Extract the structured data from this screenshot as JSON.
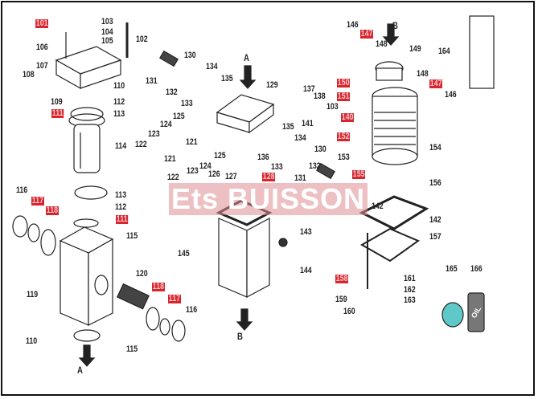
{
  "diagram": {
    "labels": [
      {
        "t": "101",
        "red": true
      },
      {
        "t": "103"
      },
      {
        "t": "104"
      },
      {
        "t": "105"
      },
      {
        "t": "102"
      },
      {
        "t": "106"
      },
      {
        "t": "107"
      },
      {
        "t": "108"
      },
      {
        "t": "109"
      },
      {
        "t": "110"
      },
      {
        "t": "111",
        "red": true
      },
      {
        "t": "112"
      },
      {
        "t": "113"
      },
      {
        "t": "114"
      },
      {
        "t": "113"
      },
      {
        "t": "112"
      },
      {
        "t": "111",
        "red": true
      },
      {
        "t": "115"
      },
      {
        "t": "116"
      },
      {
        "t": "117",
        "red": true
      },
      {
        "t": "118",
        "red": true
      },
      {
        "t": "119"
      },
      {
        "t": "120"
      },
      {
        "t": "118",
        "red": true
      },
      {
        "t": "117",
        "red": true
      },
      {
        "t": "116"
      },
      {
        "t": "110"
      },
      {
        "t": "115"
      },
      {
        "t": "A"
      },
      {
        "t": "130"
      },
      {
        "t": "134"
      },
      {
        "t": "135"
      },
      {
        "t": "131"
      },
      {
        "t": "132"
      },
      {
        "t": "133"
      },
      {
        "t": "129"
      },
      {
        "t": "A"
      },
      {
        "t": "125"
      },
      {
        "t": "124"
      },
      {
        "t": "123"
      },
      {
        "t": "122"
      },
      {
        "t": "121"
      },
      {
        "t": "121"
      },
      {
        "t": "125"
      },
      {
        "t": "124"
      },
      {
        "t": "123"
      },
      {
        "t": "122"
      },
      {
        "t": "126"
      },
      {
        "t": "127"
      },
      {
        "t": "128",
        "red": true
      },
      {
        "t": "137"
      },
      {
        "t": "138"
      },
      {
        "t": "103"
      },
      {
        "t": "141"
      },
      {
        "t": "140",
        "red": true
      },
      {
        "t": "135"
      },
      {
        "t": "134"
      },
      {
        "t": "136"
      },
      {
        "t": "133"
      },
      {
        "t": "130"
      },
      {
        "t": "132"
      },
      {
        "t": "131"
      },
      {
        "t": "146"
      },
      {
        "t": "147",
        "red": true
      },
      {
        "t": "148"
      },
      {
        "t": "149"
      },
      {
        "t": "B"
      },
      {
        "t": "164"
      },
      {
        "t": "150",
        "red": true
      },
      {
        "t": "151",
        "red": true
      },
      {
        "t": "148"
      },
      {
        "t": "147",
        "red": true
      },
      {
        "t": "146"
      },
      {
        "t": "152",
        "red": true
      },
      {
        "t": "153"
      },
      {
        "t": "154"
      },
      {
        "t": "155",
        "red": true
      },
      {
        "t": "156"
      },
      {
        "t": "142"
      },
      {
        "t": "157"
      },
      {
        "t": "158",
        "red": true
      },
      {
        "t": "159"
      },
      {
        "t": "160"
      },
      {
        "t": "161"
      },
      {
        "t": "162"
      },
      {
        "t": "163"
      },
      {
        "t": "165"
      },
      {
        "t": "166"
      },
      {
        "t": "142"
      },
      {
        "t": "143"
      },
      {
        "t": "145"
      },
      {
        "t": "144"
      },
      {
        "t": "B"
      }
    ],
    "oil_label": "OIL",
    "watermark": "Ets BUISSON",
    "colors": {
      "highlight": "#d8262f",
      "watermark": "#de8c91",
      "grease": "#5fc9c9"
    }
  }
}
